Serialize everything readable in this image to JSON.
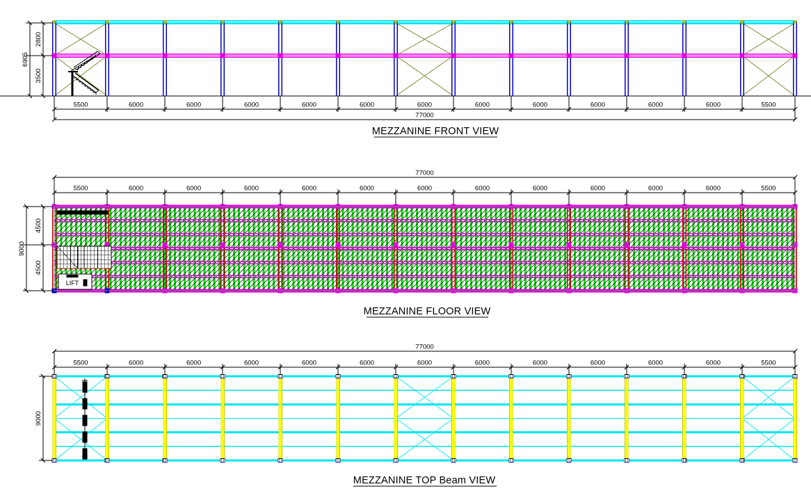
{
  "drawing": {
    "units": "mm",
    "views": [
      {
        "id": "front",
        "title": "MEZZANINE FRONT VIEW",
        "total_span_label": "77000",
        "bay_labels": [
          "5500",
          "6000",
          "6000",
          "6000",
          "6000",
          "6000",
          "6000",
          "6000",
          "6000",
          "6000",
          "6000",
          "6000",
          "5500"
        ],
        "height_labels": {
          "overall": "6905",
          "upper": "2800",
          "lower": "3500"
        },
        "braced_bays": [
          0,
          6,
          12
        ],
        "colors": {
          "column": "#0000c8",
          "top_beam": "#00e5f0",
          "mid_beam": "#e000e0",
          "brace": "#8a8a3c",
          "ground": "#000000"
        }
      },
      {
        "id": "floor",
        "title": "MEZZANINE FLOOR VIEW",
        "total_span_label": "77000",
        "bay_labels": [
          "5500",
          "6000",
          "6000",
          "6000",
          "6000",
          "6000",
          "6000",
          "6000",
          "6000",
          "6000",
          "6000",
          "6000",
          "5500"
        ],
        "depth_labels": {
          "overall": "9000",
          "upper": "4500",
          "lower": "4500"
        },
        "lift_label": "LIFT",
        "colors": {
          "beam": "#e000e0",
          "column_line": "#c00000",
          "joist": "#00e000",
          "hatch": "#000000",
          "outline": "#808080"
        }
      },
      {
        "id": "topbeam",
        "title": "MEZZANINE TOP Beam VIEW",
        "total_span_label": "77000",
        "bay_labels": [
          "5500",
          "6000",
          "6000",
          "6000",
          "6000",
          "6000",
          "6000",
          "6000",
          "6000",
          "6000",
          "6000",
          "6000",
          "5500"
        ],
        "depth_labels": {
          "overall": "9000"
        },
        "braced_bays": [
          0,
          6,
          12
        ],
        "colors": {
          "beam_h": "#00e5f0",
          "beam_v": "#ffff00",
          "brace": "#00e5f0",
          "node": "#000000"
        }
      }
    ]
  }
}
